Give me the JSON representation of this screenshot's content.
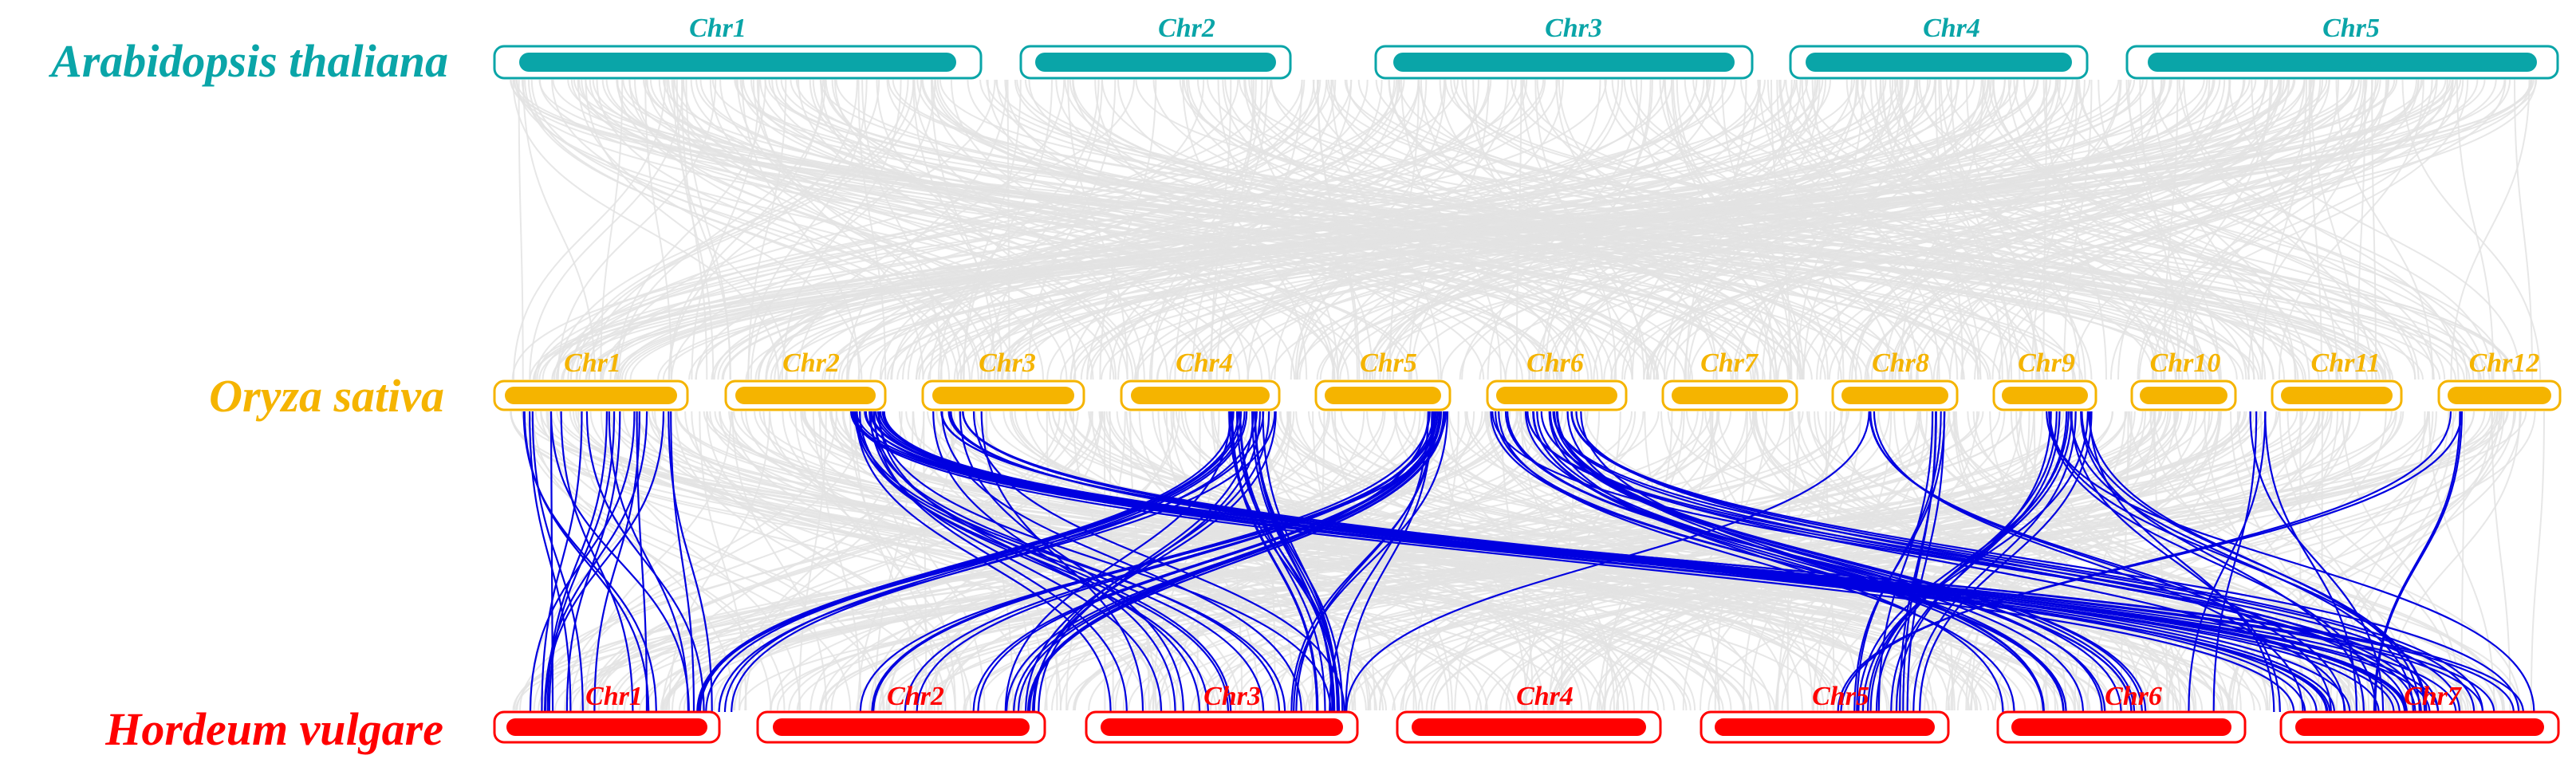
{
  "colors": {
    "arabidopsis": "#0aa5a8",
    "oryza": "#f5b400",
    "hordeum": "#ff0000",
    "highlight_link": "#0000e0",
    "background_link": "#e3e3e3"
  },
  "genomes": [
    {
      "id": "at",
      "species": "Arabidopsis thaliana",
      "color_key": "arabidopsis",
      "chromosomes": [
        "Chr1",
        "Chr2",
        "Chr3",
        "Chr4",
        "Chr5"
      ]
    },
    {
      "id": "os",
      "species": "Oryza sativa",
      "color_key": "oryza",
      "chromosomes": [
        "Chr1",
        "Chr2",
        "Chr3",
        "Chr4",
        "Chr5",
        "Chr6",
        "Chr7",
        "Chr8",
        "Chr9",
        "Chr10",
        "Chr11",
        "Chr12"
      ]
    },
    {
      "id": "hv",
      "species": "Hordeum vulgare",
      "color_key": "hordeum",
      "chromosomes": [
        "Chr1",
        "Chr2",
        "Chr3",
        "Chr4",
        "Chr5",
        "Chr6",
        "Chr7"
      ]
    }
  ]
}
